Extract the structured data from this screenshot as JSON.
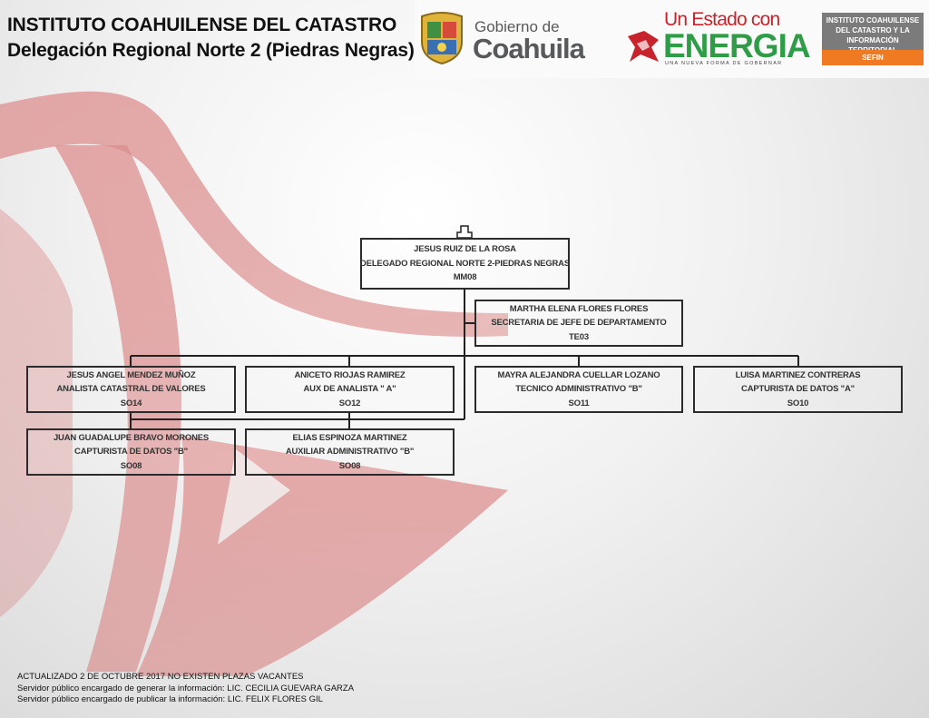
{
  "header": {
    "title_line1": "INSTITUTO COAHUILENSE DEL CATASTRO",
    "title_line2": "Delegación Regional Norte 2 (Piedras Negras)"
  },
  "logos": {
    "gobierno": {
      "line1": "Gobierno de",
      "line2": "Coahuila"
    },
    "energia": {
      "line1": "Un Estado con",
      "line2": "ENERGIA",
      "tagline": "UNA NUEVA FORMA DE GOBERNAR"
    },
    "instituto": {
      "line1": "INSTITUTO COAHUILENSE",
      "line2": "DEL CATASTRO Y LA",
      "line3": "INFORMACIÓN TERRITORIAL",
      "badge": "SEFIN"
    }
  },
  "org": {
    "head": {
      "name": "JESUS RUIZ DE LA ROSA",
      "role": "DELEGADO REGIONAL NORTE 2-PIEDRAS NEGRAS",
      "code": "MM08"
    },
    "assistant": {
      "name": "MARTHA ELENA FLORES FLORES",
      "role": "SECRETARIA DE JEFE DE DEPARTAMENTO",
      "code": "TE03"
    },
    "staff": [
      {
        "name": "JESUS ANGEL MENDEZ MUÑOZ",
        "role": "ANALISTA CATASTRAL DE VALORES",
        "code": "SO14"
      },
      {
        "name": "ANICETO RIOJAS RAMIREZ",
        "role": "AUX DE ANALISTA \" A\"",
        "code": "SO12"
      },
      {
        "name": "MAYRA ALEJANDRA CUELLAR LOZANO",
        "role": "TECNICO ADMINISTRATIVO \"B\"",
        "code": "SO11"
      },
      {
        "name": "LUISA MARTINEZ CONTRERAS",
        "role": "CAPTURISTA DE DATOS  \"A\"",
        "code": "SO10"
      }
    ],
    "sub": [
      {
        "name": "JUAN GUADALUPE BRAVO MORONES",
        "role": "CAPTURISTA DE DATOS  \"B\"",
        "code": "SO08"
      },
      {
        "name": "ELIAS ESPINOZA MARTINEZ",
        "role": "AUXILIAR ADMINISTRATIVO \"B\"",
        "code": "SO08"
      }
    ]
  },
  "footer": {
    "line1": "ACTUALIZADO 2 DE OCTUBRE  2017 NO EXISTEN PLAZAS VACANTES",
    "line2": "Servidor público encargado de generar la información: LIC. CECILIA GUEVARA GARZA",
    "line3": "Servidor público encargado de publicar la información: LIC. FELIX FLORES GIL"
  },
  "colors": {
    "brand_red": "#c8232c",
    "watermark_red": "#d98c8c",
    "sefin_orange": "#f07a22",
    "coahuila_gray": "#58595b"
  }
}
